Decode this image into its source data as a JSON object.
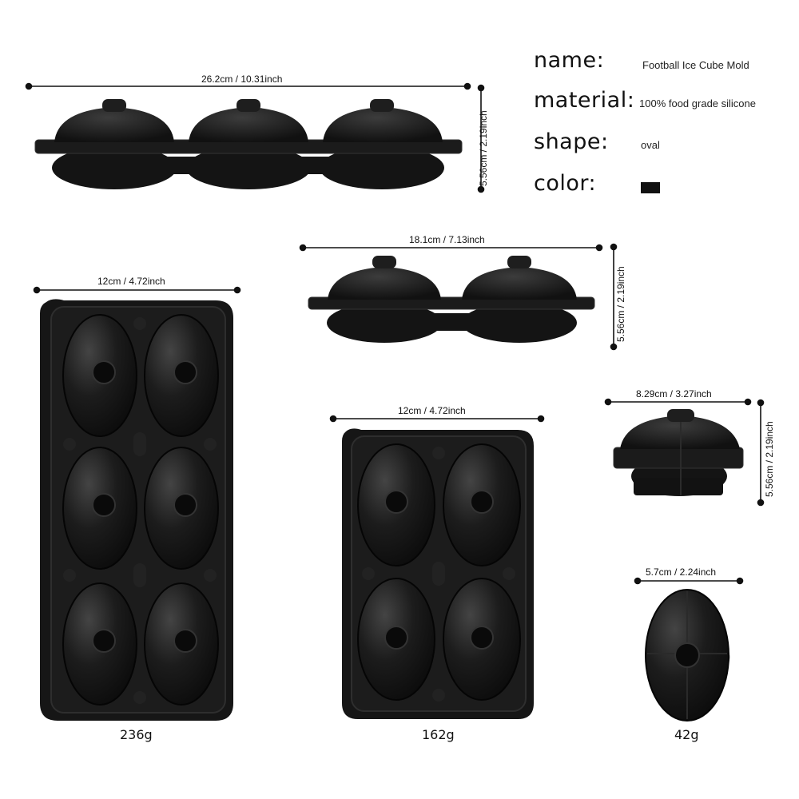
{
  "specs": {
    "name": {
      "key": "name:",
      "value": "Football Ice Cube Mold"
    },
    "material": {
      "key": "material:",
      "value": "100% food grade silicone"
    },
    "shape": {
      "key": "shape:",
      "value": "oval"
    },
    "color": {
      "key": "color:",
      "swatch": "#111111"
    }
  },
  "dimensions": {
    "tray3_width": "26.2cm / 10.31inch",
    "tray3_height": "5.56cm / 2.19inch",
    "tray2_width": "18.1cm / 7.13inch",
    "tray2_height": "5.56cm / 2.19inch",
    "tray6_width": "12cm / 4.72inch",
    "tray4_width": "12cm / 4.72inch",
    "single_width": "8.29cm / 3.27inch",
    "single_height": "5.56cm / 2.19inch",
    "single_top_width": "5.7cm / 2.24inch"
  },
  "weights": {
    "tray6": "236g",
    "tray4": "162g",
    "single": "42g"
  },
  "colors": {
    "mold": "#151515",
    "mold_highlight": "#3a3a3a",
    "line": "#111111"
  }
}
